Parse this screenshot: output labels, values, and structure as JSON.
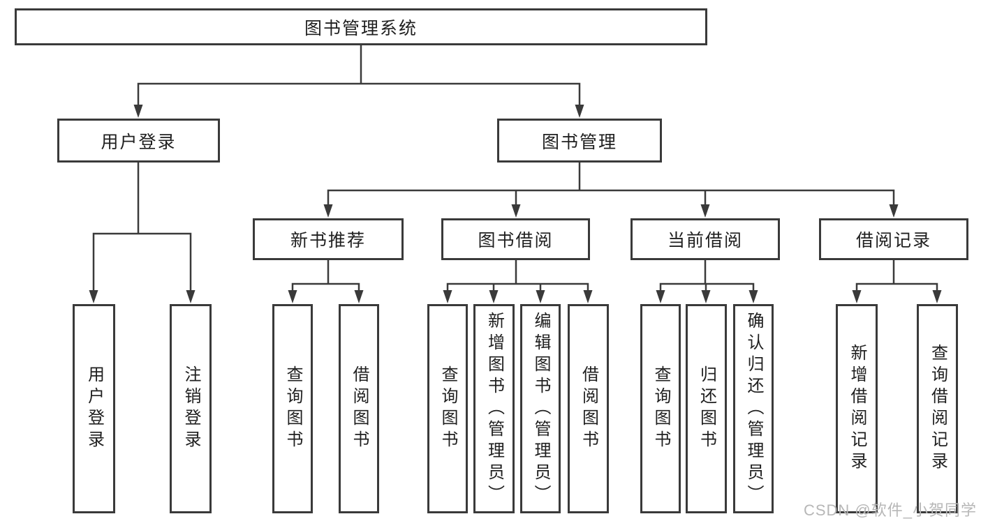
{
  "diagram": {
    "type": "tree",
    "title": "图书管理系统",
    "watermark": "CSDN @软件_小贺同学",
    "colors": {
      "line": "#3a3a3a",
      "text": "#1f1f1f",
      "box_background": "#ffffff",
      "watermark": "#b7b7b7"
    },
    "tree": {
      "root": {
        "label": "图书管理系统",
        "children": [
          {
            "label": "用户登录",
            "children": [
              {
                "label": "用户登录"
              },
              {
                "label": "注销登录"
              }
            ]
          },
          {
            "label": "图书管理",
            "children": [
              {
                "label": "新书推荐",
                "children": [
                  {
                    "label": "查询图书"
                  },
                  {
                    "label": "借阅图书"
                  }
                ]
              },
              {
                "label": "图书借阅",
                "children": [
                  {
                    "label": "查询图书"
                  },
                  {
                    "label": "新增图书（管理员）"
                  },
                  {
                    "label": "编辑图书（管理员）"
                  },
                  {
                    "label": "借阅图书"
                  }
                ]
              },
              {
                "label": "当前借阅",
                "children": [
                  {
                    "label": "查询图书"
                  },
                  {
                    "label": "归还图书"
                  },
                  {
                    "label": "确认归还（管理员）"
                  }
                ]
              },
              {
                "label": "借阅记录",
                "children": [
                  {
                    "label": "新增借阅记录"
                  },
                  {
                    "label": "查询借阅记录"
                  }
                ]
              }
            ]
          }
        ]
      }
    }
  }
}
